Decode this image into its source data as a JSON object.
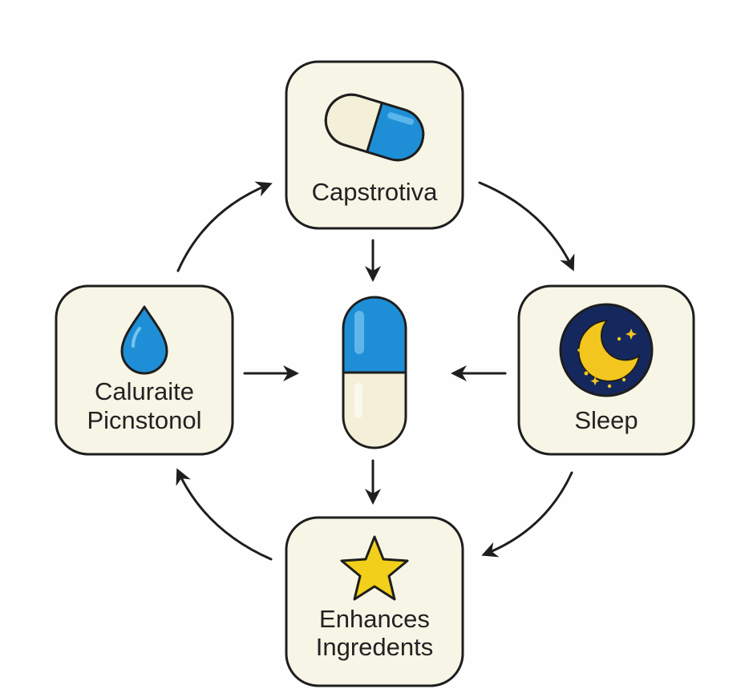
{
  "colors": {
    "background": "#fefefe",
    "card_fill": "#f7f5e6",
    "card_stroke": "#1e1e1e",
    "arrow": "#1e1e1e",
    "capsule_blue": "#1e8fd6",
    "capsule_cream": "#f3efd8",
    "drop_blue": "#1e8fd6",
    "moon_bg": "#15285e",
    "moon_yellow": "#f2c61e",
    "star_yellow": "#f2cf1a",
    "text": "#222222"
  },
  "nodes": {
    "top": {
      "label_lines": [
        "Capstrotiva"
      ],
      "icon": "capsule-icon"
    },
    "left": {
      "label_lines": [
        "Caluraite",
        "Picnstonol"
      ],
      "icon": "water-drop-icon"
    },
    "right": {
      "label_lines": [
        "Sleep"
      ],
      "icon": "moon-stars-icon"
    },
    "bottom": {
      "label_lines": [
        "Enhances",
        "Ingredents"
      ],
      "icon": "star-icon"
    }
  },
  "center": {
    "icon": "capsule-icon"
  }
}
